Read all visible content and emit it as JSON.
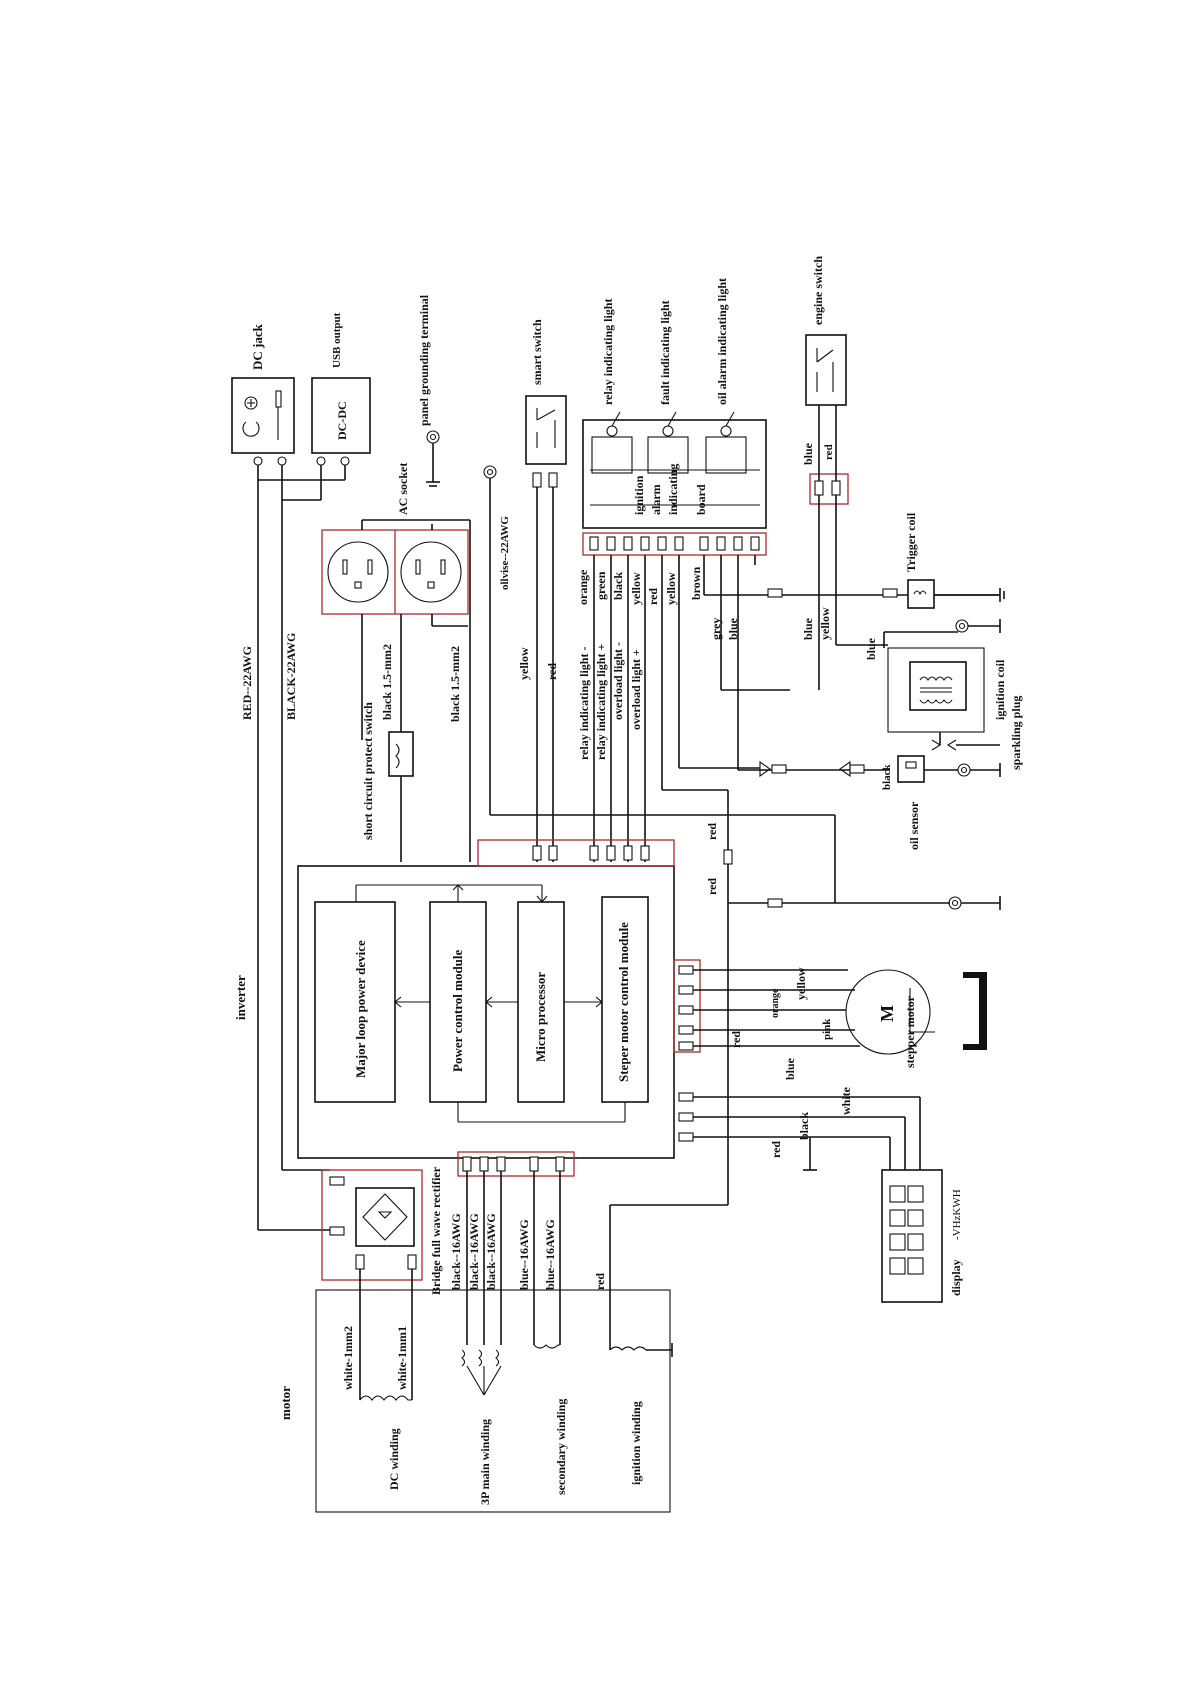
{
  "components": {
    "dc_jack": "DC jack",
    "usb_output": "USB output",
    "dc_dc": "DC-DC",
    "panel_ground": "panel grounding terminal",
    "ac_socket": "AC socket",
    "smart_switch": "smart switch",
    "relay_light": "relay indicating light",
    "fault_light": "fault indicating light",
    "oil_light": "oil alarm indicating light",
    "engine_switch": "engine switch",
    "board": [
      "ignition",
      "alarm",
      "indicating",
      "board"
    ],
    "trigger_coil": "Trigger coil",
    "ignition_coil": "ignition coil",
    "sparkling_plug": "sparkling plug",
    "oil_sensor": "oil sensor",
    "short_circuit_switch": "short circuit protect switch",
    "inverter": "inverter",
    "major_loop": "Major loop power device",
    "power_control": "Power control module",
    "micro_processor": "Micro processor",
    "stepper_control": "Steper motor control module",
    "stepper_motor": "stepper motor",
    "motor_symbol": "M",
    "display": "display",
    "display_units": "-VHzKWH",
    "bridge_rectifier": "Bridge full wave rectifier",
    "motor": "motor",
    "dc_winding": "DC winding",
    "main_winding": "3P main winding",
    "secondary_winding": "secondary winding",
    "ignition_winding": "ignition winding"
  },
  "wire_labels": {
    "red_22": "RED--22AWG",
    "black_22": "BLACK-22AWG",
    "black_15a": "black 1.5-mm2",
    "black_15b": "black 1.5-mm2",
    "olive_22": "ollvise--22AWG",
    "yellow": "yellow",
    "red": "red",
    "blue": "blue",
    "orange": "orange",
    "green": "green",
    "black": "black",
    "brown": "brown",
    "grey": "grey",
    "pink": "pink",
    "white": "white",
    "white_1mm2": "white-1mm2",
    "white_1mm1": "white-1mm1",
    "black_16": "black--16AWG",
    "blue_16": "blue--16AWG",
    "relay_minus": "relay indicating light -",
    "relay_plus": "relay indicating light +",
    "overload_minus": "overload light -",
    "overload_plus": "overload light +"
  }
}
